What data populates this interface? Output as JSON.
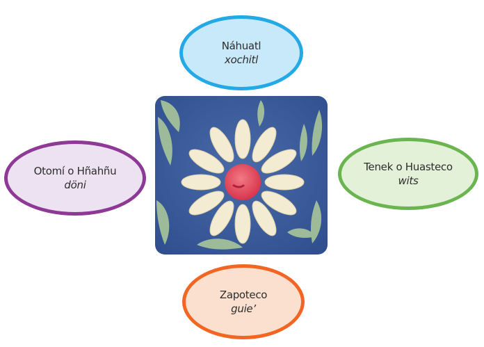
{
  "center_image": {
    "description_icon": "flower-icon"
  },
  "bubbles": {
    "nahuatl": {
      "language": "Náhuatl",
      "word": "xochitl",
      "border_color": "#23a9e6",
      "fill_color": "#c8e9f9"
    },
    "otomi": {
      "language": "Otomí o Hñahñu",
      "word": "döni",
      "border_color": "#8e3996",
      "fill_color": "#ece2f1"
    },
    "tenek": {
      "language": "Tenek o Huasteco",
      "word": "wits",
      "border_color": "#6ab550",
      "fill_color": "#e3f1d9"
    },
    "zapoteco": {
      "language": "Zapoteco",
      "word": "guie’",
      "border_color": "#f26522",
      "fill_color": "#fbe0cf"
    }
  }
}
